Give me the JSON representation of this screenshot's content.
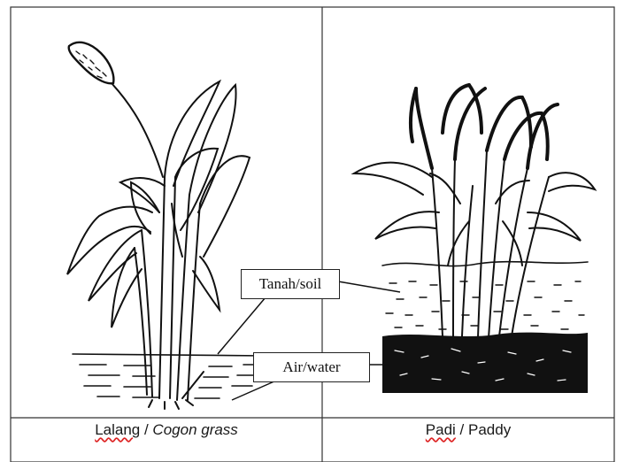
{
  "labels": {
    "soil": "Tanah/soil",
    "water": "Air/water"
  },
  "captions": {
    "left": {
      "local_name": "Lalang",
      "separator": " / ",
      "english_name": "Cogon grass"
    },
    "right": {
      "local_name": "Padi",
      "separator": " / ",
      "english_name": "Paddy"
    }
  }
}
